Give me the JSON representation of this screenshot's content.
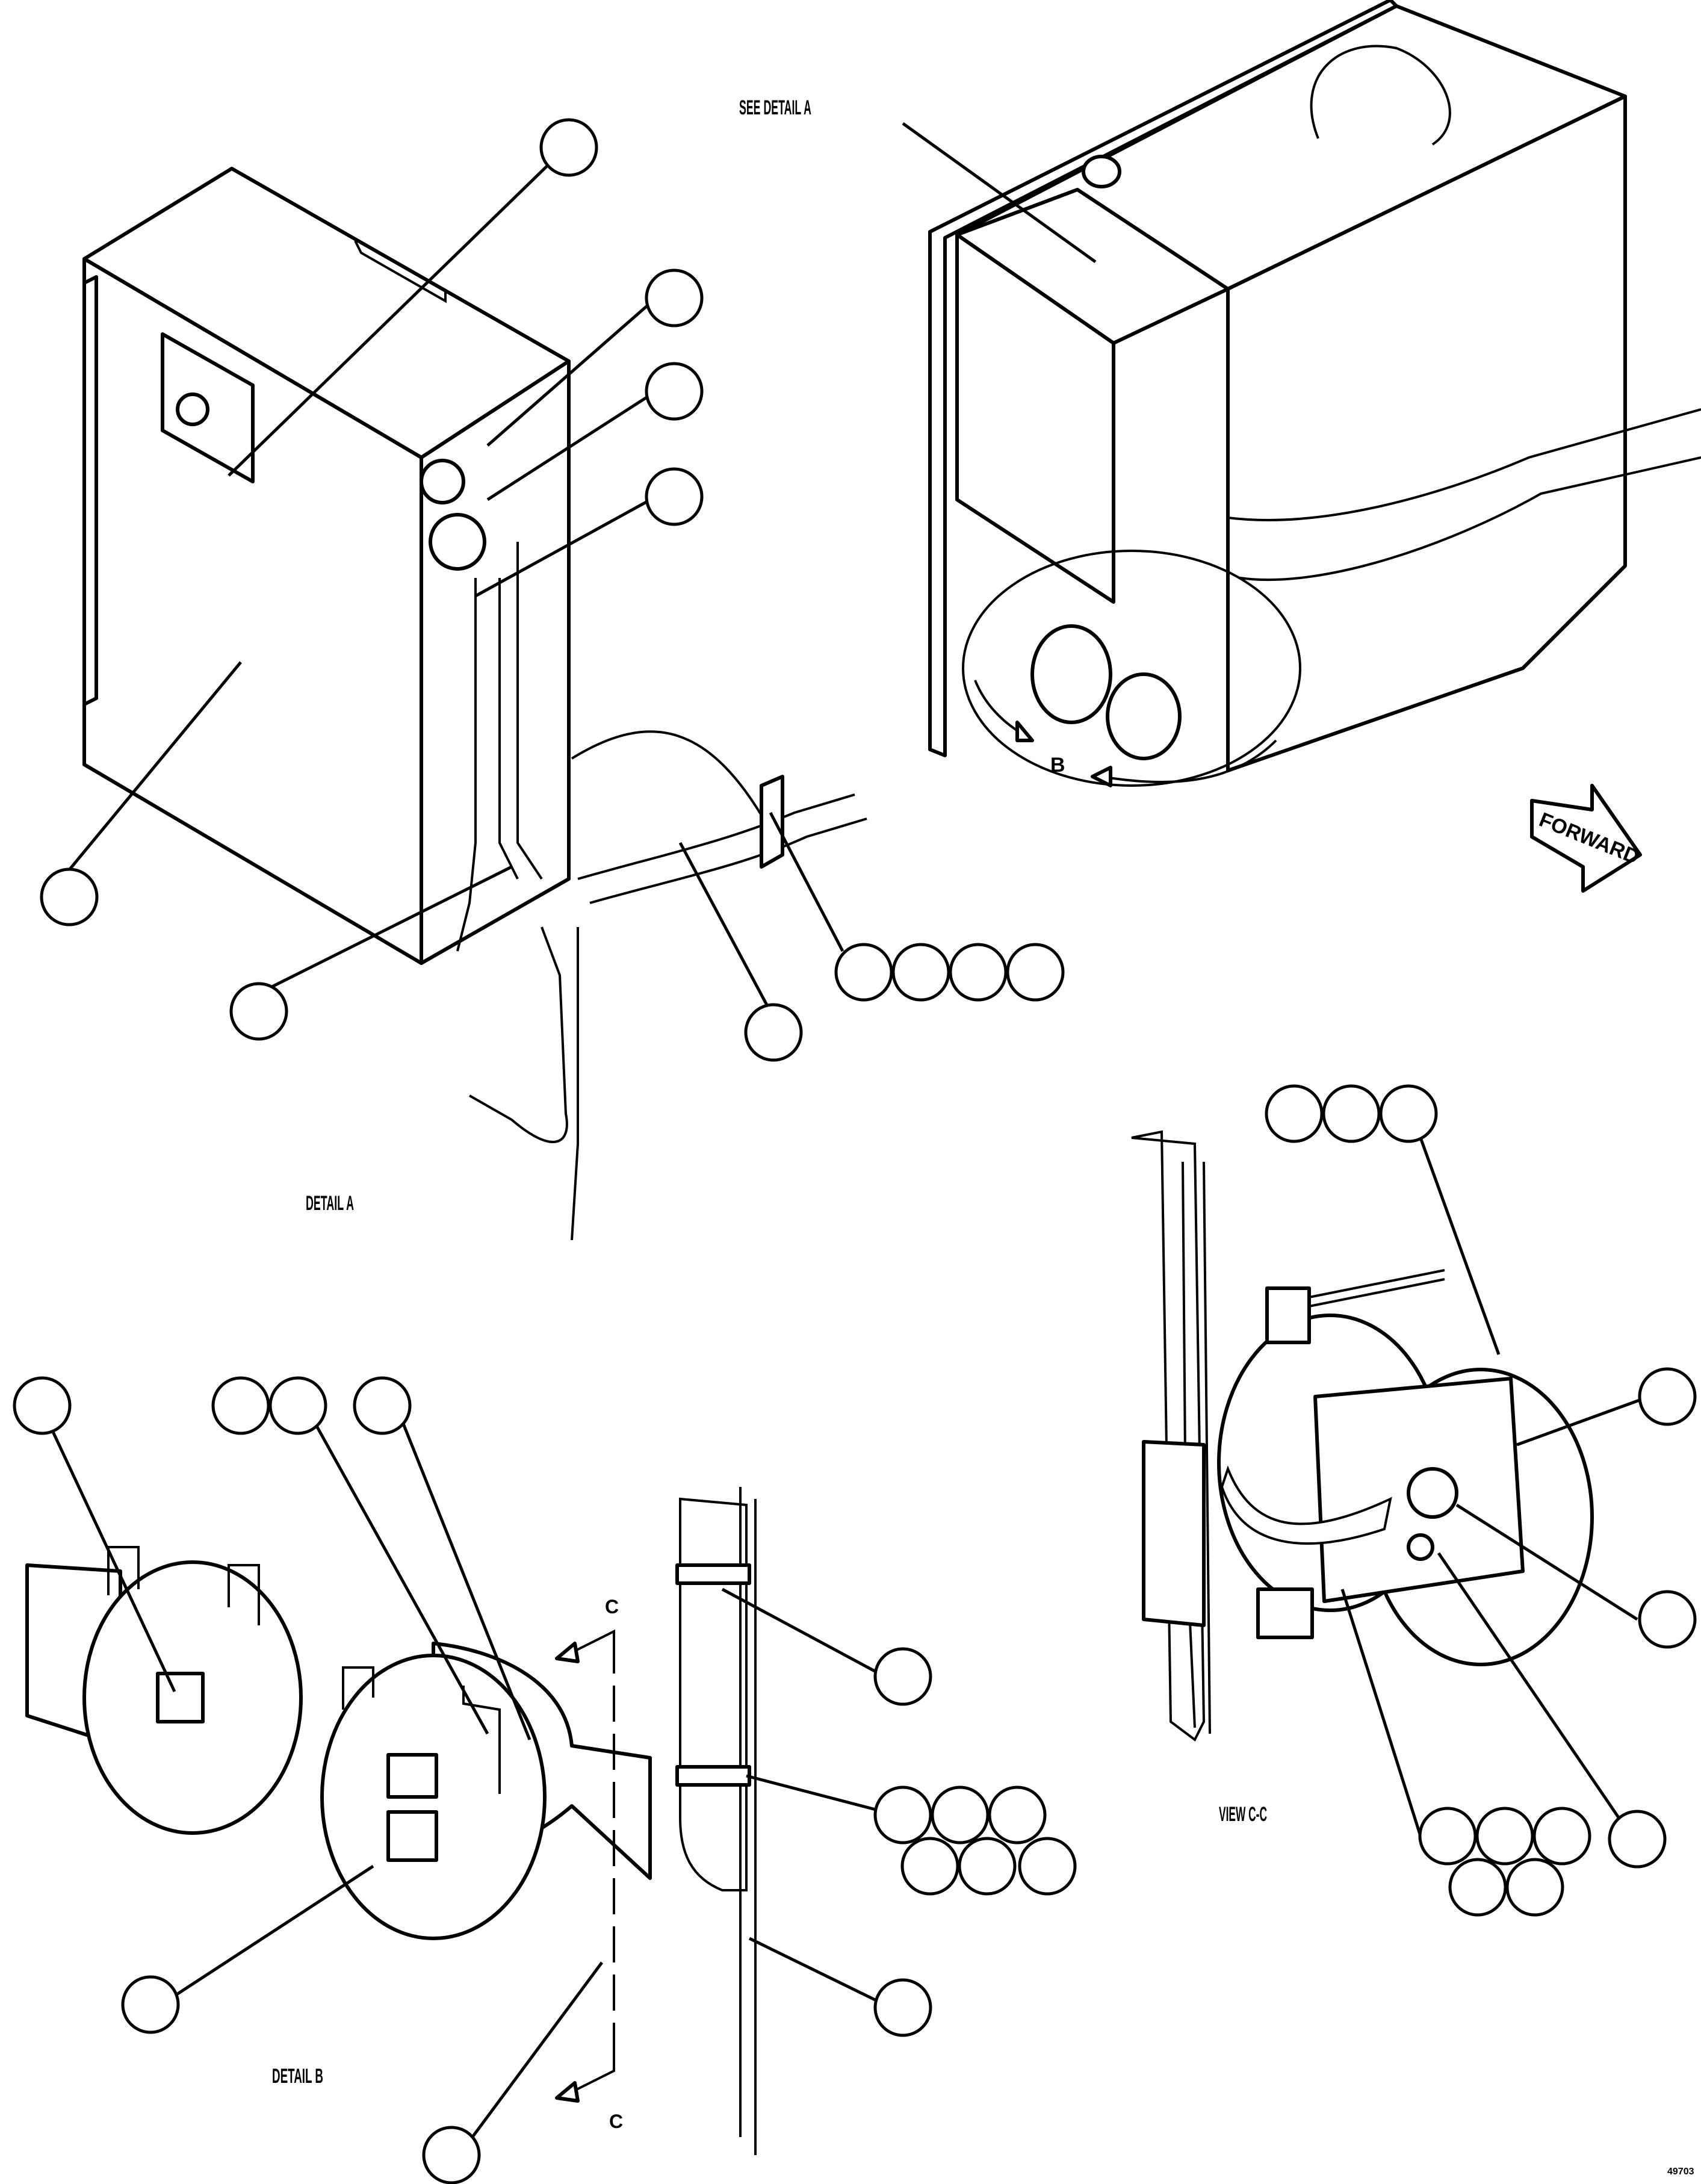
{
  "labels": {
    "see_detail_a": "SEE DETAIL A",
    "detail_a": "DETAIL A",
    "detail_b": "DETAIL B",
    "view_cc": "VIEW C-C",
    "arrow_b": "B",
    "section_c_top": "C",
    "section_c_bottom": "C",
    "forward": "FORWARD",
    "figure_number": "49703"
  },
  "colors": {
    "line": "#000000",
    "background": "#ffffff"
  }
}
